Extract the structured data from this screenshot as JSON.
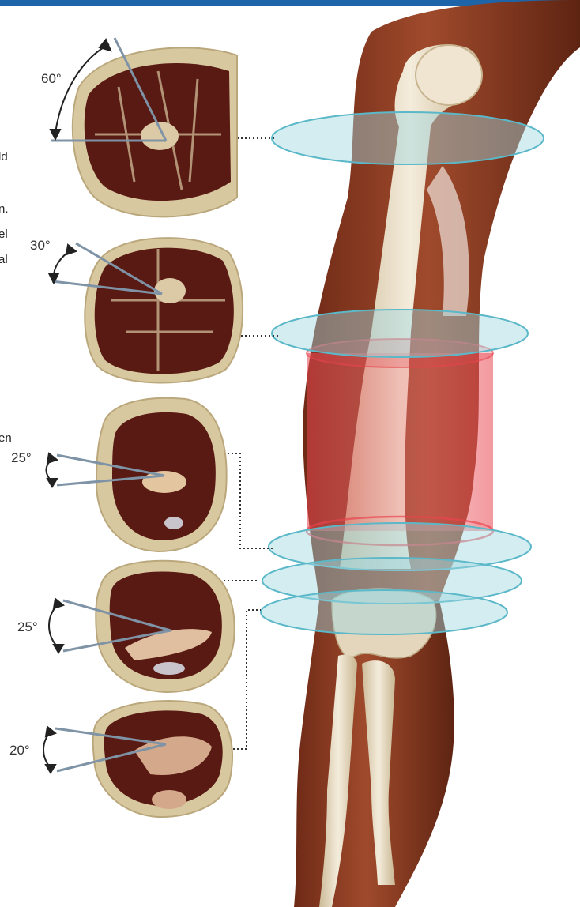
{
  "header": {
    "bar_color": "#1d64a8"
  },
  "clipped_text": [
    "ld",
    "n.",
    "el",
    "al",
    "en"
  ],
  "angles": [
    {
      "label": "60°"
    },
    {
      "label": "30°"
    },
    {
      "label": "25°"
    },
    {
      "label": "25°"
    },
    {
      "label": "20°"
    }
  ],
  "colors": {
    "ring": "#9fd6df",
    "ring_stroke": "#5bb8c8",
    "highlight": "#e8454f",
    "muscle": "#8c3a22",
    "bone": "#eadfca",
    "section_skin": "#d8c8a0",
    "section_muscle": "#5a1a14",
    "guide_line": "#7f93a6",
    "dotted_line": "#333333"
  }
}
